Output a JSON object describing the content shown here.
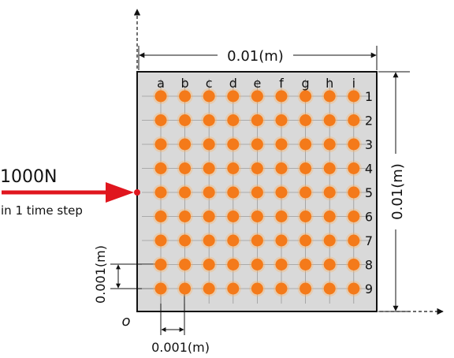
{
  "dimensions": {
    "width_label": "0.01(m)",
    "height_label": "0.01(m)",
    "spacing_vertical_label": "0.001(m)",
    "spacing_horizontal_label": "0.001(m)"
  },
  "origin_label": "o",
  "load": {
    "force_label": "1000N",
    "duration_label": "in 1 time step",
    "applied_row": "5",
    "arrow_color": "#e0161e"
  },
  "grid": {
    "columns": [
      "a",
      "b",
      "c",
      "d",
      "e",
      "f",
      "g",
      "h",
      "i"
    ],
    "rows": [
      "1",
      "2",
      "3",
      "4",
      "5",
      "6",
      "7",
      "8",
      "9"
    ]
  },
  "colors": {
    "node_fill": "#f47a1a",
    "node_glow": "#ffb15e",
    "plate_fill": "#d9d9d9",
    "plate_border": "#111111"
  }
}
